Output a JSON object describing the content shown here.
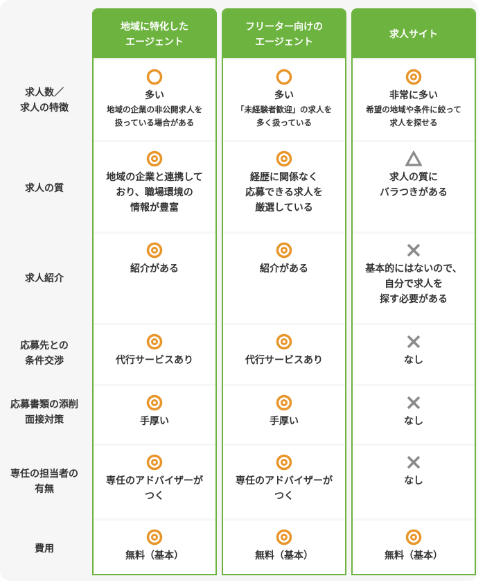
{
  "colors": {
    "accent_green": "#6db33f",
    "mark_orange": "#e8952a",
    "mark_gray": "#8a8a8a",
    "background": "#f6f6f6"
  },
  "columns": [
    {
      "title": "地域に特化した\nエージェント"
    },
    {
      "title": "フリーター向けの\nエージェント"
    },
    {
      "title": "求人サイト"
    }
  ],
  "rows": [
    {
      "label": "求人数／\n求人の特徴",
      "cells": [
        {
          "mark": "circle",
          "main": "多い",
          "sub": "地域の企業の非公開求人を\n扱っている場合がある"
        },
        {
          "mark": "circle",
          "main": "多い",
          "sub": "「未経験者歓迎」の求人を\n多く扱っている"
        },
        {
          "mark": "double-circle",
          "main": "非常に多い",
          "sub": "希望の地域や条件に絞って\n求人を探せる"
        }
      ]
    },
    {
      "label": "求人の質",
      "cells": [
        {
          "mark": "double-circle",
          "main": "地域の企業と連携して\nおり、職場環境の\n情報が豊富"
        },
        {
          "mark": "double-circle",
          "main": "経歴に関係なく\n応募できる求人を\n厳選している"
        },
        {
          "mark": "triangle",
          "main": "求人の質に\nバラつきがある"
        }
      ]
    },
    {
      "label": "求人紹介",
      "cells": [
        {
          "mark": "double-circle",
          "main": "紹介がある"
        },
        {
          "mark": "double-circle",
          "main": "紹介がある"
        },
        {
          "mark": "cross",
          "main": "基本的にはないので、\n自分で求人を\n探す必要がある"
        }
      ]
    },
    {
      "label": "応募先との\n条件交渉",
      "cells": [
        {
          "mark": "double-circle",
          "main": "代行サービスあり"
        },
        {
          "mark": "double-circle",
          "main": "代行サービスあり"
        },
        {
          "mark": "cross",
          "main": "なし"
        }
      ]
    },
    {
      "label": "応募書類の添削\n面接対策",
      "cells": [
        {
          "mark": "double-circle",
          "main": "手厚い"
        },
        {
          "mark": "double-circle",
          "main": "手厚い"
        },
        {
          "mark": "cross",
          "main": "なし"
        }
      ]
    },
    {
      "label": "専任の担当者の\n有無",
      "cells": [
        {
          "mark": "double-circle",
          "main": "専任のアドバイザーが\nつく"
        },
        {
          "mark": "double-circle",
          "main": "専任のアドバイザーが\nつく"
        },
        {
          "mark": "cross",
          "main": "なし"
        }
      ]
    },
    {
      "label": "費用",
      "cells": [
        {
          "mark": "double-circle",
          "main": "無料（基本）"
        },
        {
          "mark": "double-circle",
          "main": "無料（基本）"
        },
        {
          "mark": "double-circle",
          "main": "無料（基本）"
        }
      ]
    }
  ]
}
